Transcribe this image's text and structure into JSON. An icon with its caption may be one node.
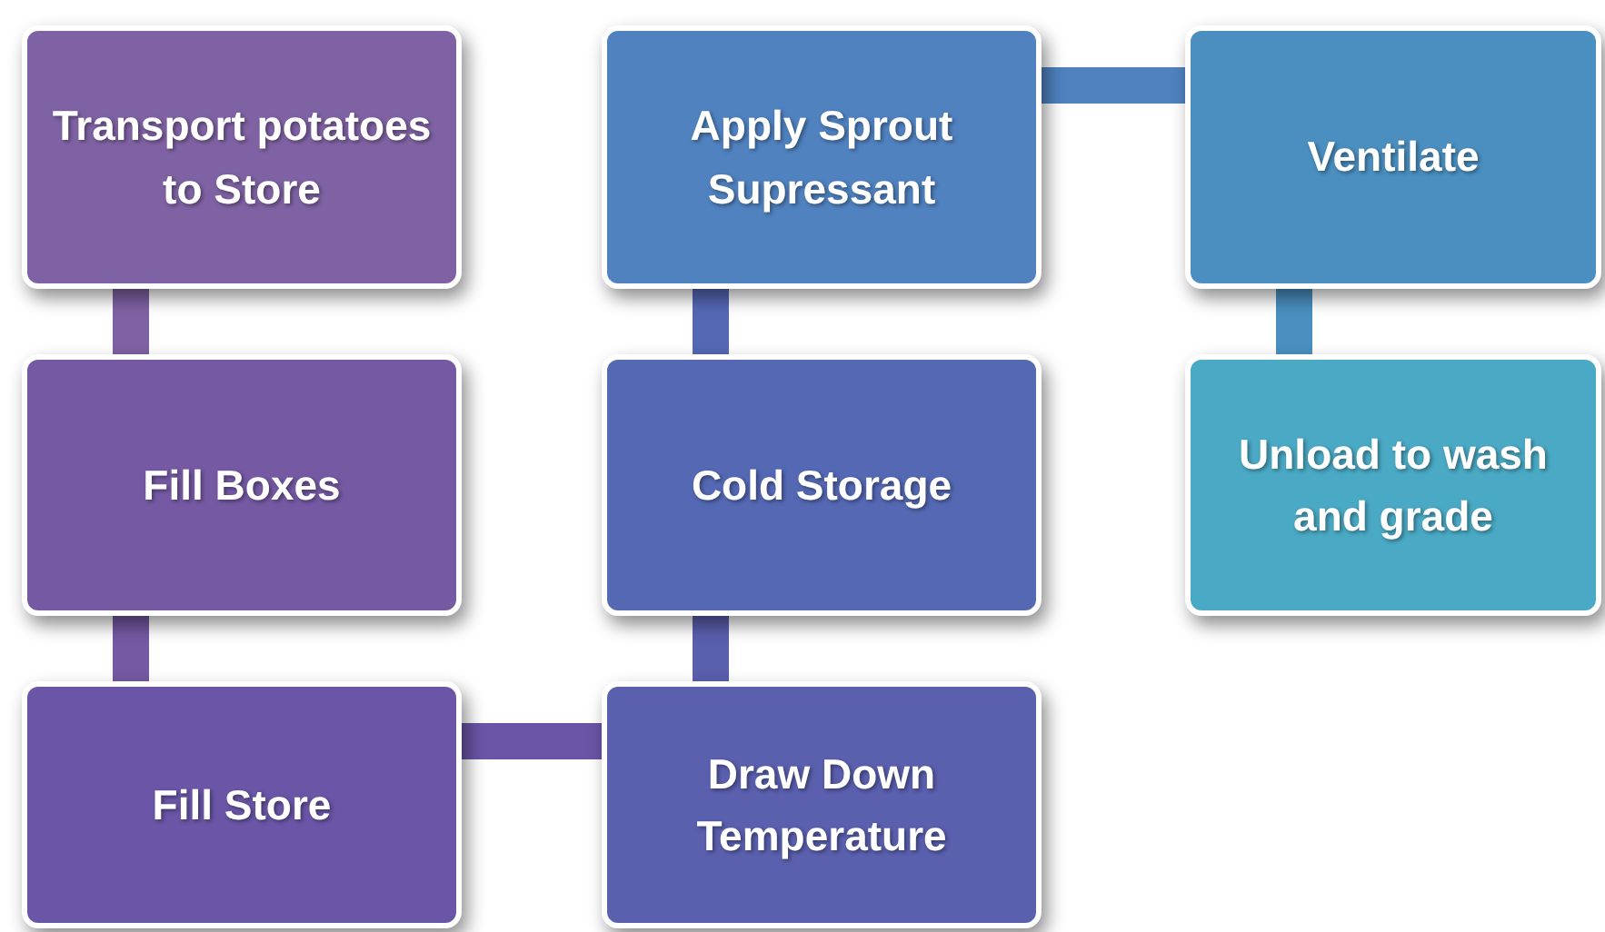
{
  "diagram": {
    "nodes": [
      {
        "text": [
          "Transport potatoes to Store"
        ]
      },
      {
        "text": [
          "Fill Boxes"
        ]
      },
      {
        "text": [
          "Fill Store"
        ]
      },
      {
        "text": [
          "Draw Down Temperature"
        ]
      },
      {
        "text": [
          "Cold Storage"
        ]
      },
      {
        "text": [
          "Apply Sprout Supressant"
        ]
      },
      {
        "text": [
          "Ventilate"
        ]
      },
      {
        "text": [
          "Unload to wash and grade"
        ]
      }
    ],
    "edges": [
      {
        "from": 0,
        "to": 1,
        "arrow": "none"
      },
      {
        "from": 1,
        "to": 2,
        "arrow": "none"
      },
      {
        "from": 2,
        "to": 3,
        "arrow": "none"
      },
      {
        "from": 3,
        "to": 4,
        "arrow": "none"
      },
      {
        "from": 4,
        "to": 5,
        "arrow": "none"
      },
      {
        "from": 5,
        "to": 6,
        "arrow": "none"
      },
      {
        "from": 6,
        "to": 7,
        "arrow": "none"
      }
    ]
  }
}
